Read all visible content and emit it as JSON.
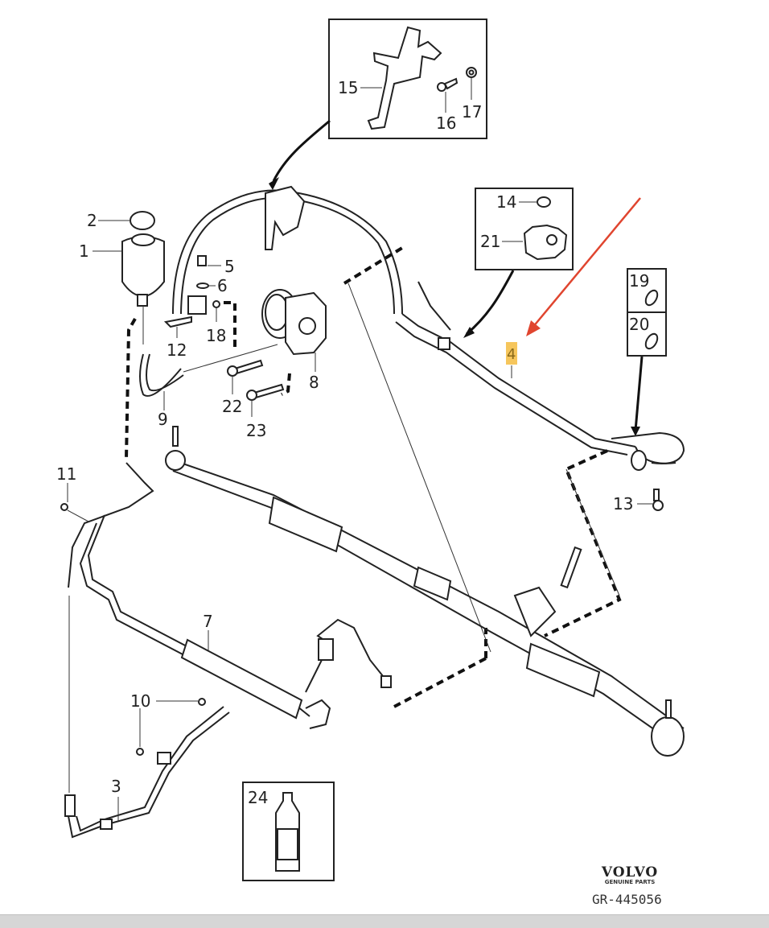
{
  "diagram": {
    "brand": "VOLVO",
    "brand_subtitle": "GENUINE PARTS",
    "reference": "GR-445056",
    "highlight_color": "#f5c04a",
    "arrow_color": "#e0452f",
    "highlighted_part": "4",
    "callouts": [
      {
        "id": "1",
        "label": "1"
      },
      {
        "id": "2",
        "label": "2"
      },
      {
        "id": "3",
        "label": "3"
      },
      {
        "id": "4",
        "label": "4"
      },
      {
        "id": "5",
        "label": "5"
      },
      {
        "id": "6",
        "label": "6"
      },
      {
        "id": "7",
        "label": "7"
      },
      {
        "id": "8",
        "label": "8"
      },
      {
        "id": "9",
        "label": "9"
      },
      {
        "id": "10a",
        "label": "10"
      },
      {
        "id": "11",
        "label": "11"
      },
      {
        "id": "12",
        "label": "12"
      },
      {
        "id": "13",
        "label": "13"
      },
      {
        "id": "14",
        "label": "14"
      },
      {
        "id": "15",
        "label": "15"
      },
      {
        "id": "16",
        "label": "16"
      },
      {
        "id": "17",
        "label": "17"
      },
      {
        "id": "18",
        "label": "18"
      },
      {
        "id": "19",
        "label": "19"
      },
      {
        "id": "20",
        "label": "20"
      },
      {
        "id": "21",
        "label": "21"
      },
      {
        "id": "22",
        "label": "22"
      },
      {
        "id": "23",
        "label": "23"
      },
      {
        "id": "24",
        "label": "24"
      }
    ]
  }
}
